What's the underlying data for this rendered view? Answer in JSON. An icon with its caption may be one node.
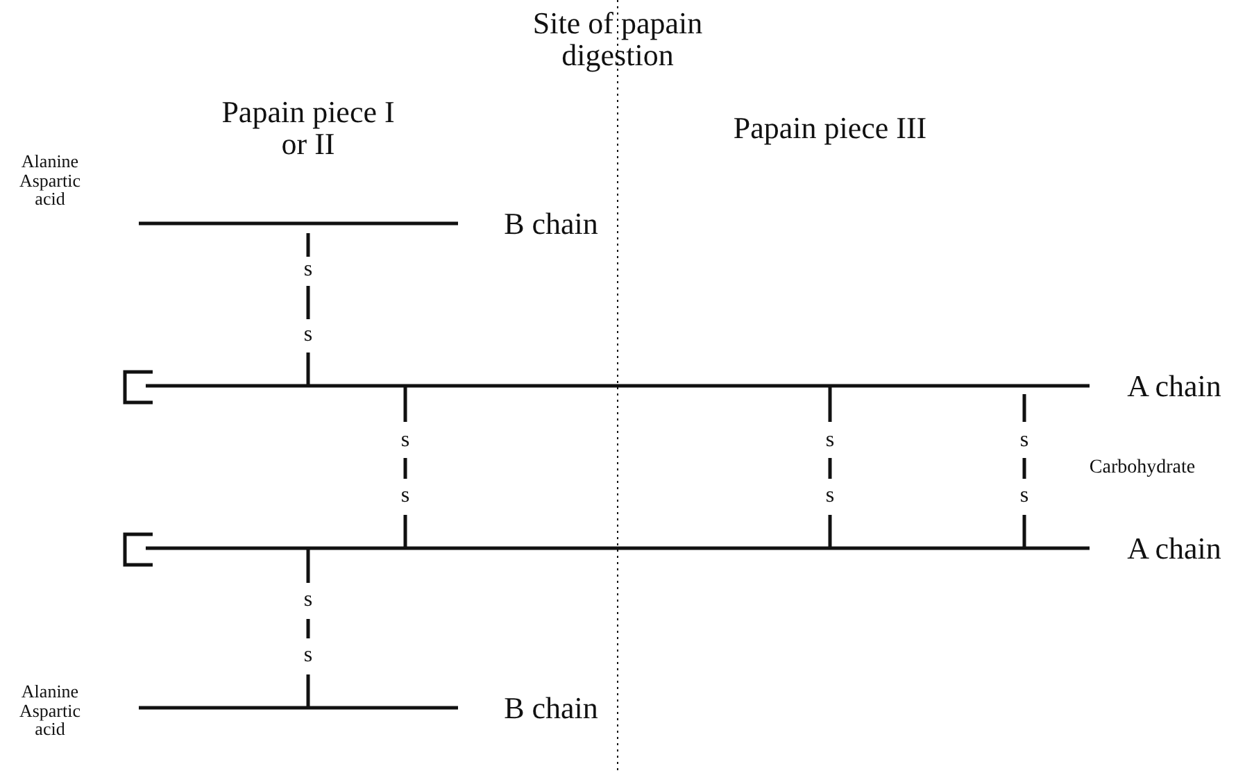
{
  "diagram": {
    "labels": [
      "Site of papain digestion",
      "Papain piece I or II",
      "Papain piece III",
      "Alanine Aspartic acid",
      "B chain",
      "s",
      "s",
      "A chain",
      "s",
      "s",
      "s",
      "Carbohydrate",
      "s",
      "s",
      "s",
      "A chain",
      "s",
      "s",
      "Alanine Aspartic acid",
      "B chain"
    ]
  }
}
